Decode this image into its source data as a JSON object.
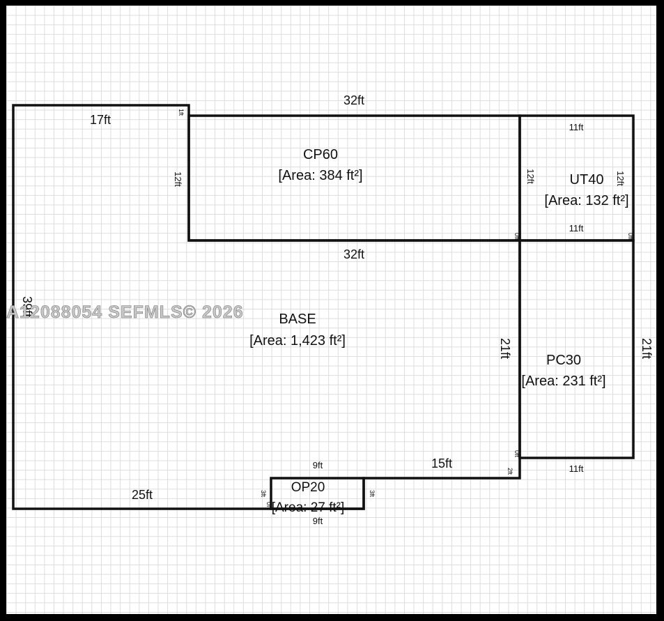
{
  "watermark": "A12088054 SEFMLS© 2026",
  "areas": {
    "cp60": {
      "name": "CP60",
      "area": "[Area: 384 ft²]"
    },
    "ut40": {
      "name": "UT40",
      "area": "[Area: 132 ft²]"
    },
    "base": {
      "name": "BASE",
      "area": "[Area: 1,423 ft²]"
    },
    "pc30": {
      "name": "PC30",
      "area": "[Area: 231 ft²]"
    },
    "op20": {
      "name": "OP20",
      "area": "[Area: 27 ft²]"
    }
  },
  "dimensions": {
    "base_top": "17ft",
    "base_left": "39ft",
    "base_bottom": "25ft",
    "base_step": "15ft",
    "cp60_top": "32ft",
    "cp60_bottom": "32ft",
    "cp60_left": "12ft",
    "cp60_corner": "1ft",
    "ut40_top": "11ft",
    "ut40_bottom": "11ft",
    "ut40_left": "12ft",
    "ut40_right": "12ft",
    "pc30_left": "21ft",
    "pc30_right": "21ft",
    "pc30_bottom": "11ft",
    "pc30_corner": "2ft",
    "op20_top": "9ft",
    "op20_bottom": "9ft",
    "op20_left": "3ft",
    "op20_right": "3ft",
    "zero_a": "0ft",
    "zero_b": "0ft",
    "zero_c": "0ft",
    "zero_d": "0ft"
  }
}
